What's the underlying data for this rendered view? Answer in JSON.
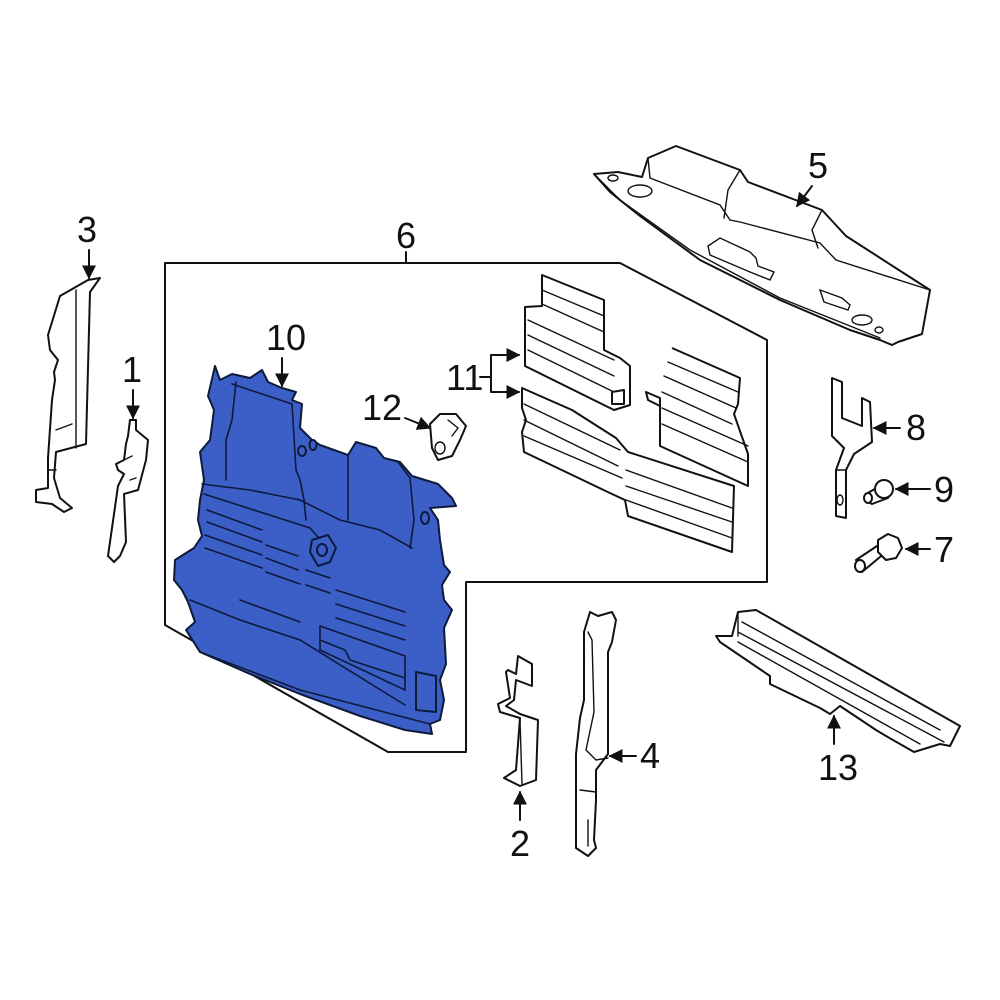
{
  "diagram": {
    "type": "exploded-parts-diagram",
    "highlight_color": "#3B5FC7",
    "line_color": "#111111",
    "background": "#FFFFFF",
    "group_box": {
      "label": "6"
    },
    "callouts": [
      {
        "id": "1",
        "label": "1",
        "part": "left-bracket-small"
      },
      {
        "id": "2",
        "label": "2",
        "part": "right-bracket-small"
      },
      {
        "id": "3",
        "label": "3",
        "part": "left-side-deflector"
      },
      {
        "id": "4",
        "label": "4",
        "part": "right-side-deflector"
      },
      {
        "id": "5",
        "label": "5",
        "part": "upper-air-deflector"
      },
      {
        "id": "6",
        "label": "6",
        "part": "shutter-assembly-group"
      },
      {
        "id": "7",
        "label": "7",
        "part": "bolt"
      },
      {
        "id": "8",
        "label": "8",
        "part": "mounting-bracket"
      },
      {
        "id": "9",
        "label": "9",
        "part": "pin-bolt"
      },
      {
        "id": "10",
        "label": "10",
        "part": "shutter-housing-highlighted"
      },
      {
        "id": "11",
        "label": "11",
        "part": "shutter-louvers"
      },
      {
        "id": "12",
        "label": "12",
        "part": "clip"
      },
      {
        "id": "13",
        "label": "13",
        "part": "lower-air-deflector"
      }
    ]
  }
}
